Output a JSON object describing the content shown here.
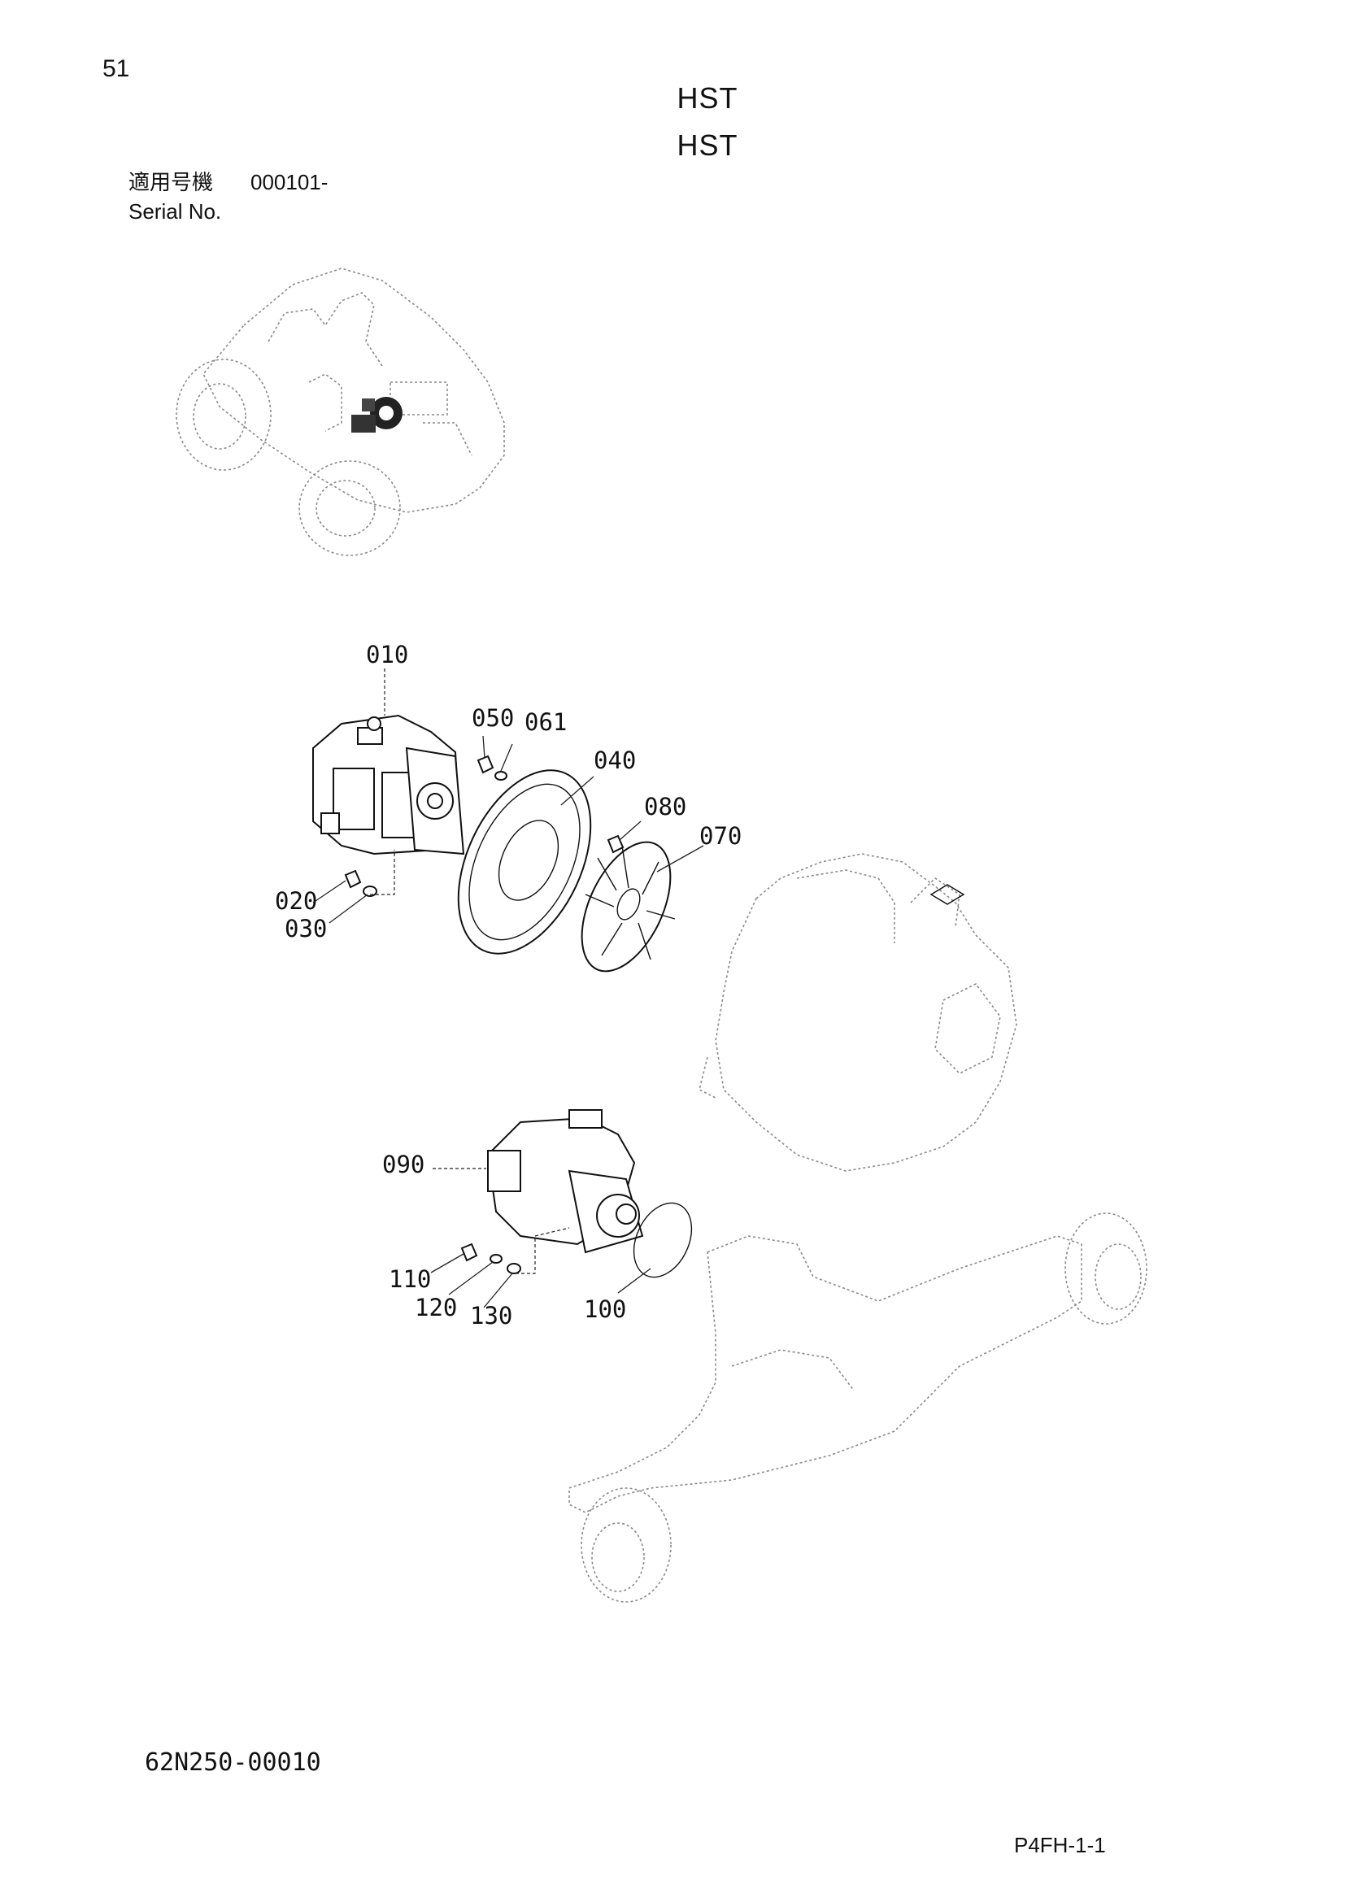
{
  "page_number": "51",
  "title": [
    "HST",
    "HST"
  ],
  "applicability": {
    "label_jp": "適用号機",
    "serial_from": "000101-",
    "label_en": "Serial No."
  },
  "callouts": [
    "010",
    "050",
    "061",
    "040",
    "080",
    "070",
    "020",
    "030",
    "090",
    "110",
    "120",
    "130",
    "100"
  ],
  "drawing_number": "62N250-00010",
  "sheet_code": "P4FH-1-1"
}
